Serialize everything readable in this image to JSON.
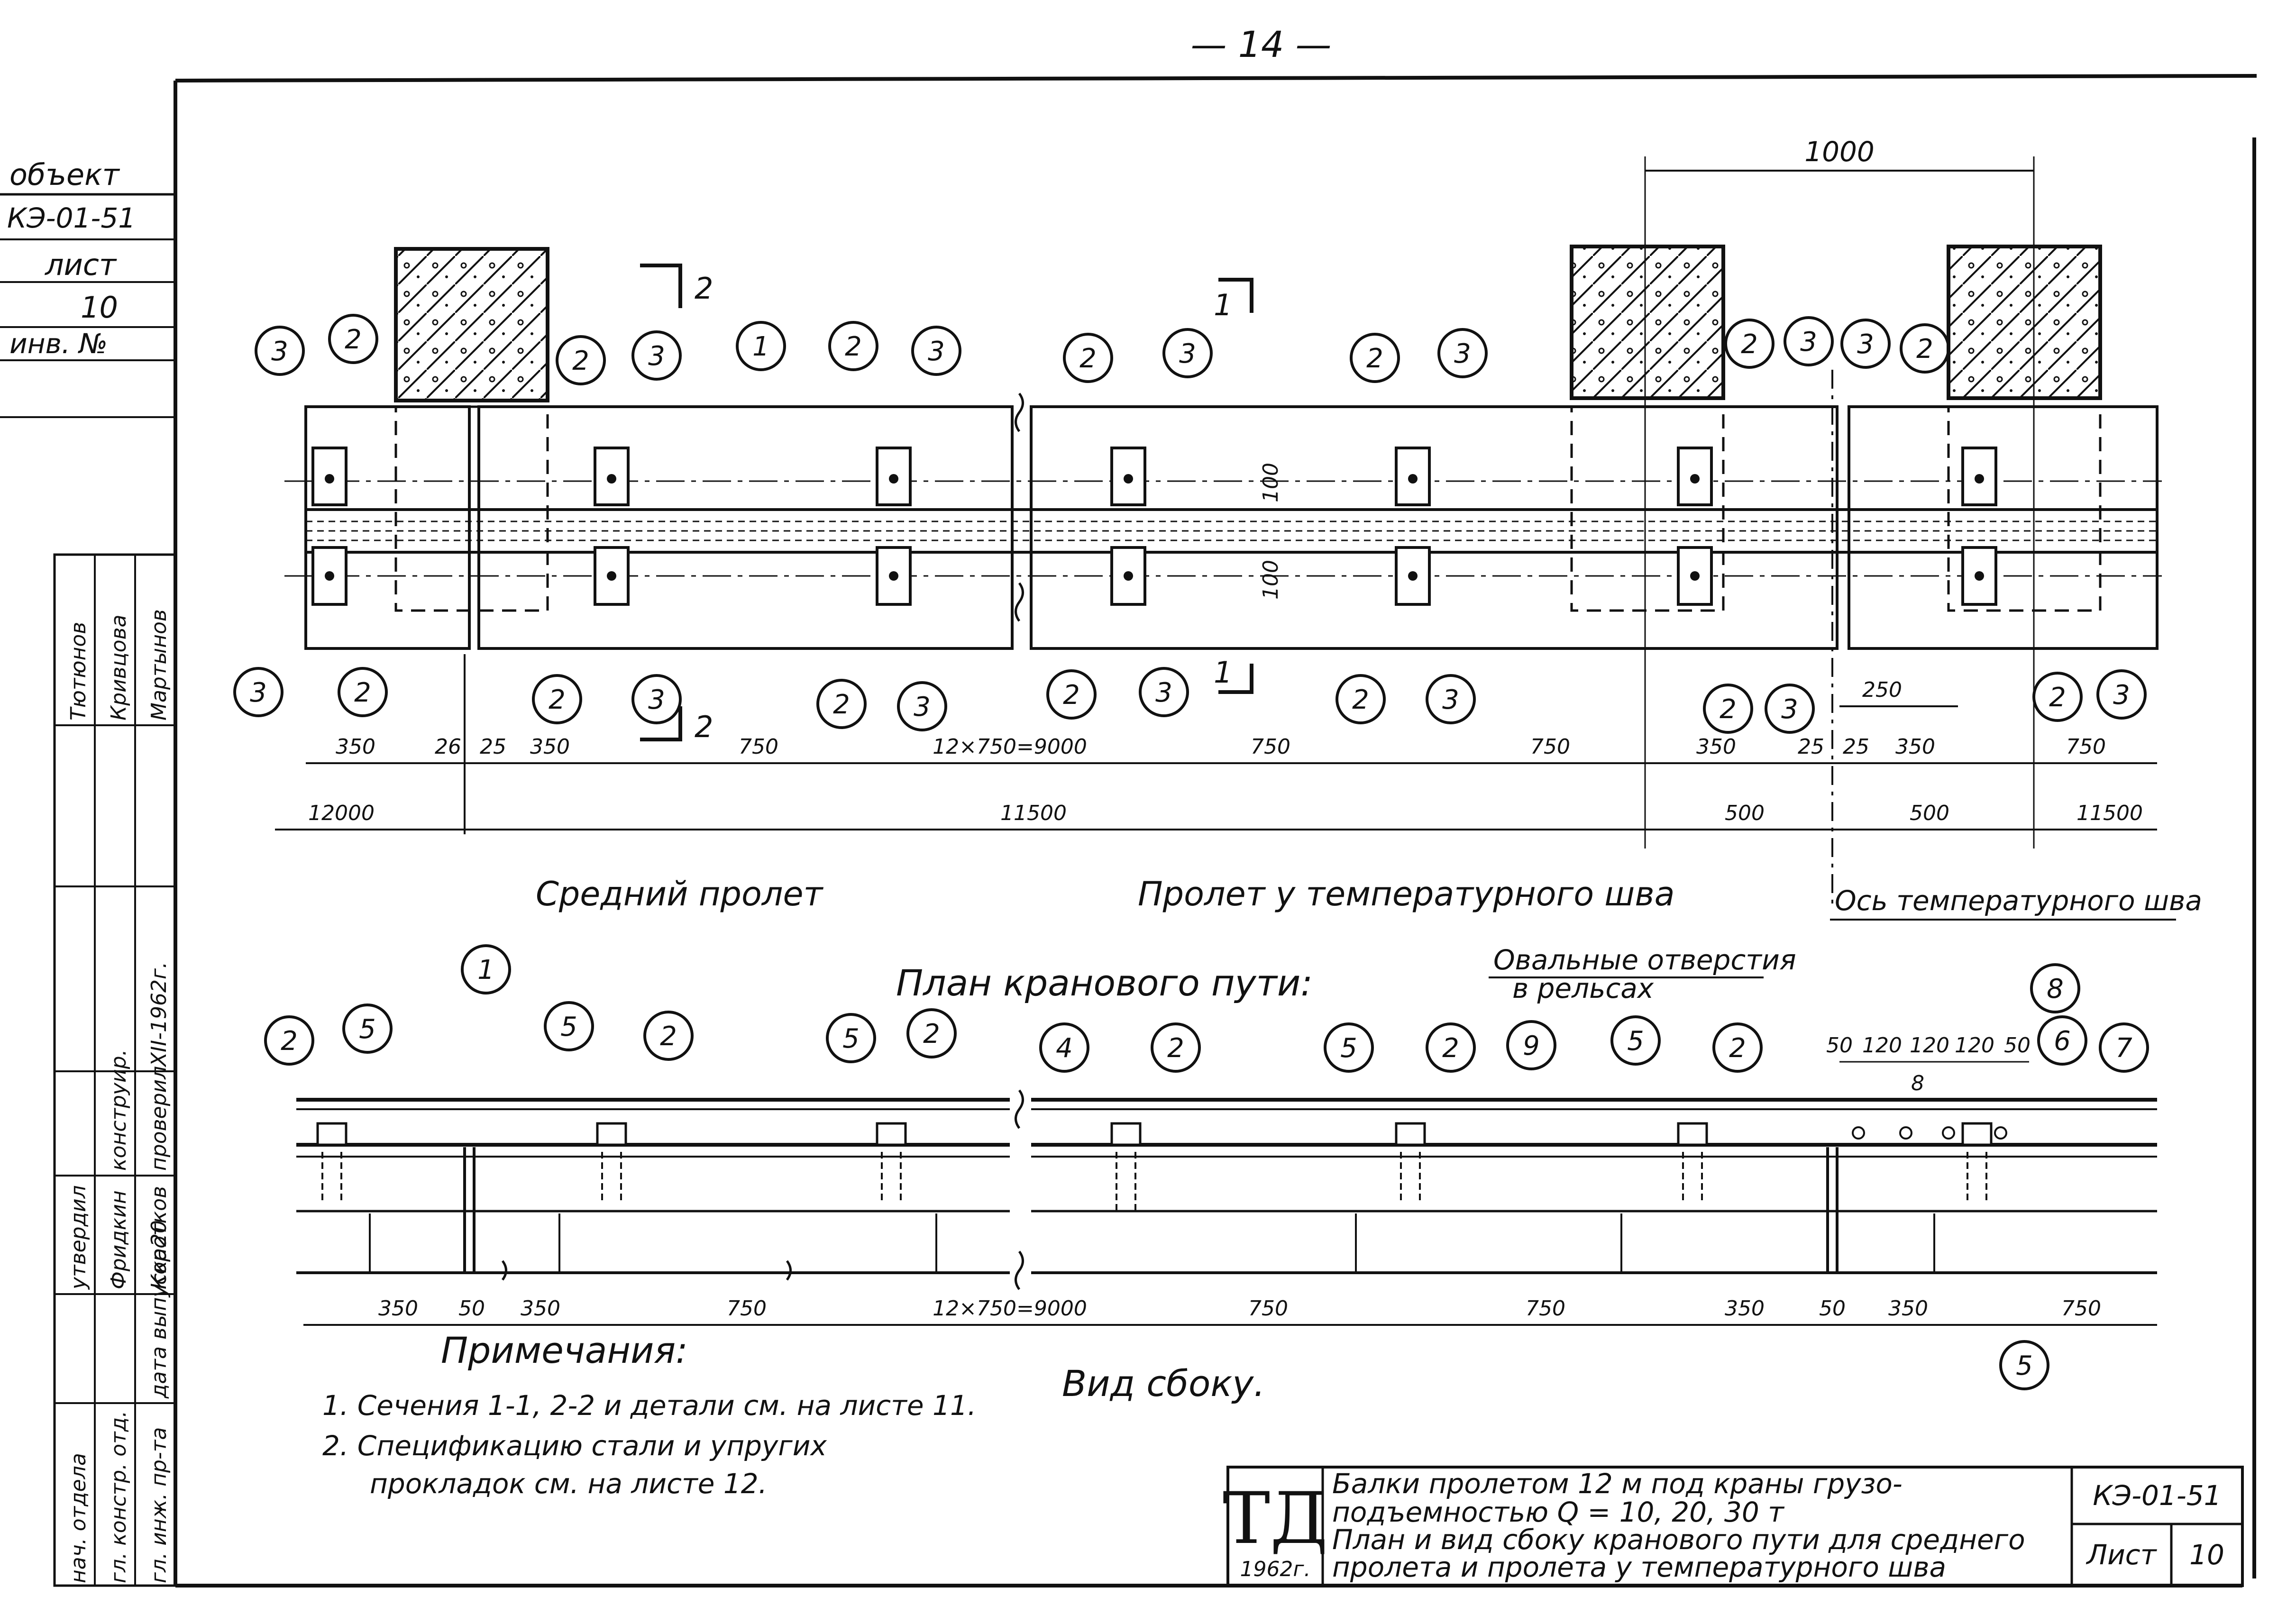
{
  "page_number": "— 14 —",
  "stamp": {
    "rows": [
      {
        "label": "объект",
        "value": "КЭ-01-51"
      },
      {
        "label": "лист",
        "value": "10"
      },
      {
        "label": "инв. №",
        "value": ""
      }
    ]
  },
  "approval": {
    "roles": [
      "нач. отдела",
      "гл. констр. отд.",
      "гл. инж. пр-та",
      "дата выпуска"
    ],
    "duties": [
      "утвердил",
      "конструир.",
      "проверил",
      ""
    ],
    "names": [
      "Тютюнов",
      "Кривцова",
      "Мартынов",
      "Фридкин",
      "Коротков",
      "XII-1962г."
    ],
    "date_row": [
      "20",
      "XII-1962г."
    ]
  },
  "plan": {
    "markers_top": [
      "3",
      "2",
      "2",
      "3",
      "1",
      "2",
      "3",
      "2",
      "3",
      "2",
      "3",
      "2",
      "3",
      "3",
      "2"
    ],
    "markers_bottom": [
      "3",
      "2",
      "2",
      "3",
      "2",
      "3",
      "2",
      "3",
      "2",
      "3",
      "2",
      "3",
      "2",
      "3"
    ],
    "section_2_label": "2",
    "section_1_label": "1",
    "dim_1000": "1000",
    "dim_100_a": "100",
    "dim_100_b": "100",
    "dims_row1": [
      "350",
      "26",
      "25",
      "350",
      "750",
      "12×750=9000",
      "750",
      "750",
      "350",
      "25",
      "25",
      "350",
      "750"
    ],
    "dim_250": "250",
    "dims_row2": [
      "12000",
      "11500",
      "500",
      "500",
      "11500"
    ]
  },
  "captions": {
    "middle_span": "Средний пролет",
    "span_at_joint": "Пролет у температурного шва",
    "joint_axis": "Ось температурного шва",
    "plan_title": "План кранового пути:",
    "oval_holes_l1": "Овальные отверстия",
    "oval_holes_l2": "в рельсах",
    "side_view": "Вид сбоку."
  },
  "side": {
    "markers": [
      "2",
      "5",
      "1",
      "5",
      "2",
      "5",
      "2",
      "4",
      "2",
      "5",
      "2",
      "9",
      "5",
      "2",
      "8",
      "6",
      "7",
      "5"
    ],
    "small_dims": [
      "50",
      "120",
      "120",
      "120",
      "50"
    ],
    "dim_8": "8",
    "dims": [
      "350",
      "50",
      "350",
      "750",
      "12×750=9000",
      "750",
      "750",
      "350",
      "50",
      "350",
      "750"
    ]
  },
  "notes": {
    "title": "Примечания:",
    "items": [
      "1. Сечения 1-1, 2-2 и детали см. на листе 11.",
      "2. Спецификацию стали и упругих",
      "прокладок см. на листе 12."
    ]
  },
  "title_block": {
    "logo": "ТД",
    "year": "1962г.",
    "line1": "Балки пролетом 12 м под краны грузо-",
    "line2": "подъемностью Q = 10, 20, 30 т",
    "line3": "План и вид сбоку кранового пути для среднего",
    "line4": "пролета и пролета у температурного шва",
    "code": "КЭ-01-51",
    "sheet_label": "Лист",
    "sheet_number": "10"
  }
}
